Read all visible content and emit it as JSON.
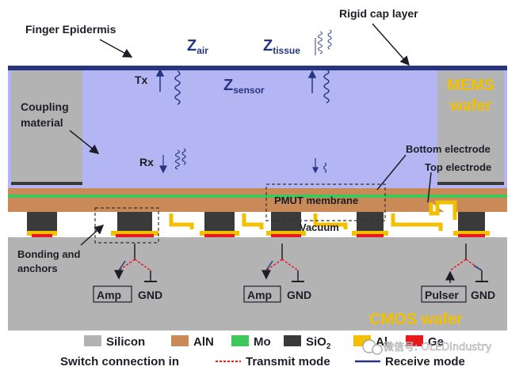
{
  "labels": {
    "rigid_cap_layer": "Rigid cap layer",
    "finger_epidermis": "Finger Epidermis",
    "z_air": "Z",
    "z_air_sub": "air",
    "z_tissue": "Z",
    "z_tissue_sub": "tissue",
    "z_sensor": "Z",
    "z_sensor_sub": "sensor",
    "tx": "Tx",
    "rx": "Rx",
    "coupling_line1": "Coupling",
    "coupling_line2": "material",
    "mems_line1": "MEMS",
    "mems_line2": "wafer",
    "bottom_electrode": "Bottom electrode",
    "top_electrode": "Top electrode",
    "pmut_membrane": "PMUT membrane",
    "vacuum": "Vacuum",
    "bonding_line1": "Bonding and",
    "bonding_line2": "anchors",
    "amp_left": "Amp",
    "gnd_left": "GND",
    "amp_mid": "Amp",
    "gnd_mid": "GND",
    "pulser": "Pulser",
    "gnd_right": "GND",
    "cmos_wafer": "CMOS wafer"
  },
  "legend": {
    "items": [
      {
        "label": "Silicon",
        "color": "#b3b3b3"
      },
      {
        "label": "AlN",
        "color": "#c98a57"
      },
      {
        "label": "Mo",
        "color": "#3ec75a"
      },
      {
        "label": "SiO",
        "sub": "2",
        "color": "#3a3a3a"
      },
      {
        "label": "Al",
        "color": "#f3c000"
      },
      {
        "label": "Ge",
        "color": "#e8191c"
      }
    ],
    "switch_label": "Switch connection in",
    "transmit_label": "Transmit mode",
    "receive_label": "Receive mode",
    "transmit_color": "#e8191c",
    "receive_color": "#27357f"
  },
  "watermark": "微信号: OLEDindustry",
  "colors": {
    "cavity": "#b4b5f3",
    "cap": "#27357f",
    "silicon": "#b3b3b3"
  }
}
